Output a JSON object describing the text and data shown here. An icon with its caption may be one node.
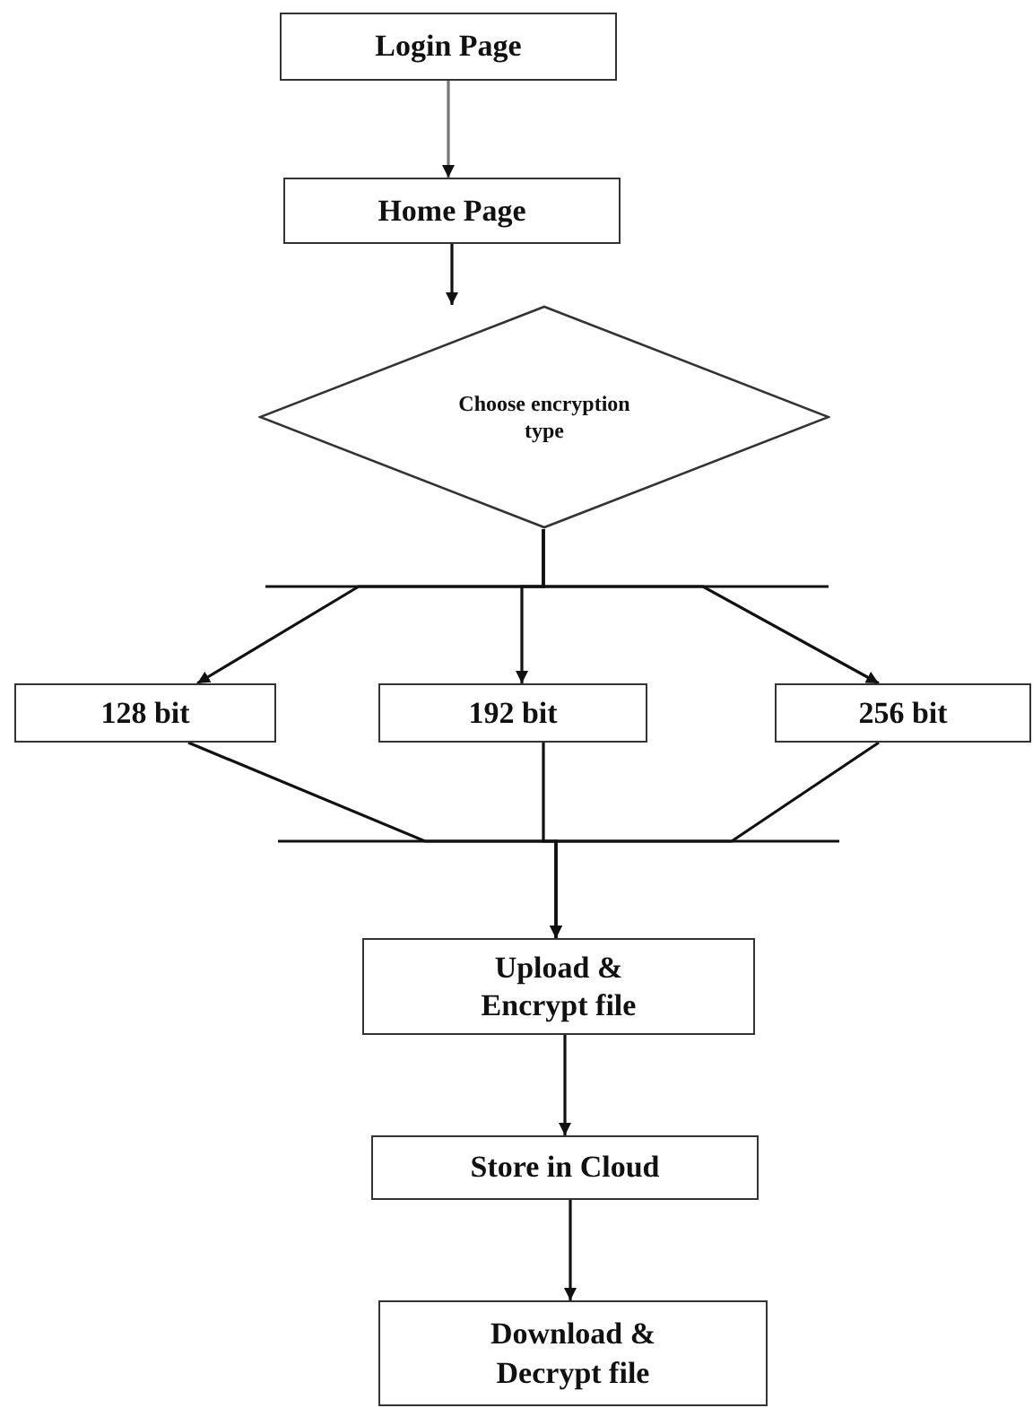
{
  "diagram": {
    "nodes": [
      {
        "text": [
          "Login Page"
        ]
      },
      {
        "text": [
          "Home Page"
        ]
      },
      {
        "text": [
          "Choose encryption type"
        ]
      },
      {
        "text": [
          "128 bit"
        ]
      },
      {
        "text": [
          "192 bit"
        ]
      },
      {
        "text": [
          "256 bit"
        ]
      },
      {
        "text": [
          "Upload & Encrypt file"
        ]
      },
      {
        "text": [
          "Store in Cloud"
        ]
      },
      {
        "text": [
          "Download & Decrypt file"
        ]
      }
    ],
    "edges": [
      {
        "from": 0,
        "to": 1,
        "arrow": "to",
        "color": "#777777"
      },
      {
        "from": 1,
        "to": 2,
        "arrow": "to"
      },
      {
        "from": 2,
        "to": 3,
        "arrow": "to"
      },
      {
        "from": 2,
        "to": 4,
        "arrow": "to"
      },
      {
        "from": 2,
        "to": 5,
        "arrow": "to"
      },
      {
        "from": 3,
        "to": 6,
        "arrow": "to"
      },
      {
        "from": 4,
        "to": 6,
        "arrow": "to"
      },
      {
        "from": 5,
        "to": 6,
        "arrow": "to"
      },
      {
        "from": 6,
        "to": 7,
        "arrow": "to"
      },
      {
        "from": 7,
        "to": 8,
        "arrow": "to"
      }
    ]
  }
}
